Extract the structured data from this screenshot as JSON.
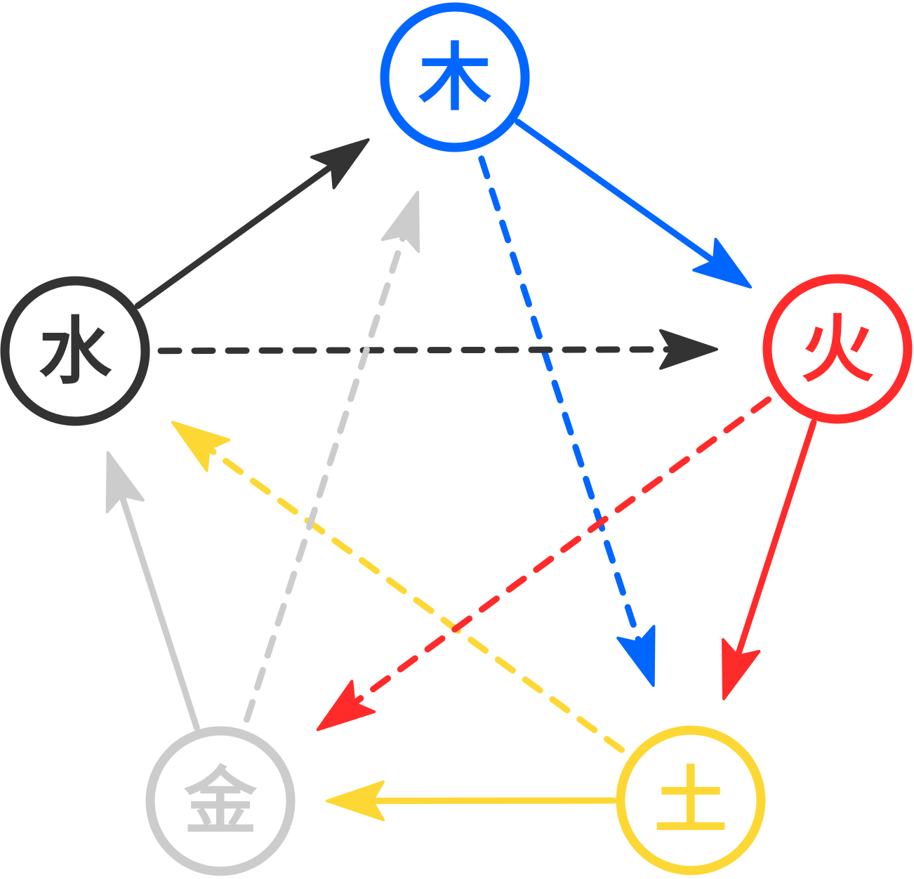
{
  "elements": [
    {
      "id": "wood",
      "char": "木",
      "color": "#0066ff"
    },
    {
      "id": "fire",
      "char": "火",
      "color": "#ff2a2a"
    },
    {
      "id": "earth",
      "char": "土",
      "color": "#fdd835"
    },
    {
      "id": "metal",
      "char": "金",
      "color": "#cccccc"
    },
    {
      "id": "water",
      "char": "水",
      "color": "#333333"
    }
  ],
  "generating_cycle": [
    {
      "from": "wood",
      "to": "fire",
      "style": "solid"
    },
    {
      "from": "fire",
      "to": "earth",
      "style": "solid"
    },
    {
      "from": "earth",
      "to": "metal",
      "style": "solid"
    },
    {
      "from": "metal",
      "to": "water",
      "style": "solid"
    },
    {
      "from": "water",
      "to": "wood",
      "style": "solid"
    }
  ],
  "overcoming_cycle": [
    {
      "from": "wood",
      "to": "earth",
      "style": "dashed"
    },
    {
      "from": "earth",
      "to": "water",
      "style": "dashed"
    },
    {
      "from": "water",
      "to": "fire",
      "style": "dashed"
    },
    {
      "from": "fire",
      "to": "metal",
      "style": "dashed"
    },
    {
      "from": "metal",
      "to": "wood",
      "style": "dashed"
    }
  ]
}
